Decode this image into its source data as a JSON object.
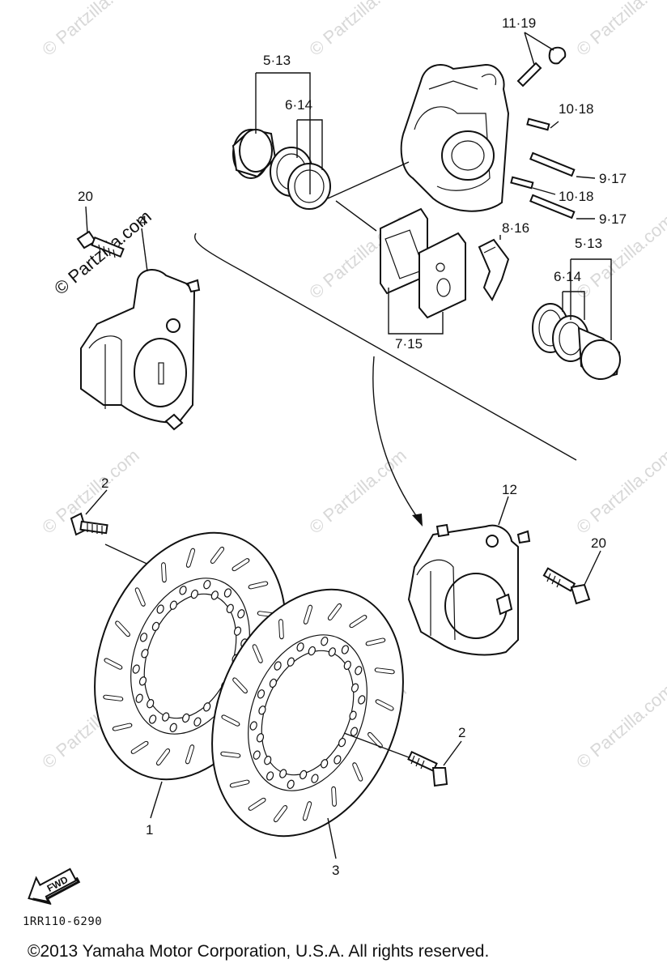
{
  "watermark": "© Partzilla.com",
  "callouts": {
    "c_11_19": "11·19",
    "c_5_13_top": "5·13",
    "c_6_14_top": "6·14",
    "c_10_18_a": "10·18",
    "c_9_17_a": "9·17",
    "c_10_18_b": "10·18",
    "c_9_17_b": "9·17",
    "c_8_16": "8·16",
    "c_5_13_right": "5·13",
    "c_6_14_right": "6·14",
    "c_7_15": "7·15",
    "c_20_left": "20",
    "c_4": "4",
    "c_2_top": "2",
    "c_12": "12",
    "c_20_right": "20",
    "c_2_bottom": "2",
    "c_1": "1",
    "c_3": "3"
  },
  "fwd_label": "FWD",
  "diagram_code": "1RR110-6290",
  "copyright": "©2013  Yamaha Motor Corporation, U.S.A. All rights reserved."
}
